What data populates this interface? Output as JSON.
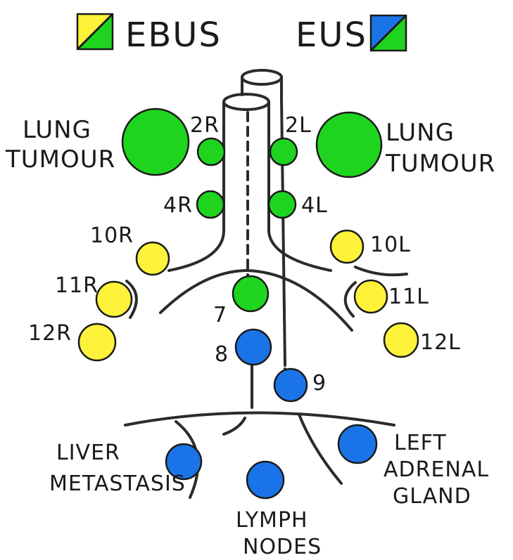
{
  "colors": {
    "ebus_green": "#1fd41f",
    "station_yellow": "#fef23a",
    "eus_blue": "#1a74e8",
    "ink": "#2b2b2b"
  },
  "legend": {
    "ebus": {
      "label": "EBUS",
      "swatch": [
        "yellow",
        "green"
      ]
    },
    "eus": {
      "label": "EUS",
      "swatch": [
        "blue",
        "green"
      ]
    }
  },
  "lung_tumour_right": {
    "lines": [
      "LUNG",
      "TUMOUR"
    ]
  },
  "lung_tumour_left": {
    "lines": [
      "LUNG",
      "TUMOUR"
    ]
  },
  "stations": {
    "s2R": "2R",
    "s2L": "2L",
    "s4R": "4R",
    "s4L": "4L",
    "s10R": "10R",
    "s10L": "10L",
    "s11R": "11R",
    "s11L": "11L",
    "s12R": "12R",
    "s12L": "12L",
    "s7": "7",
    "s8": "8",
    "s9": "9"
  },
  "liver_metastasis": {
    "lines": [
      "LIVER",
      "METASTASIS"
    ]
  },
  "left_adrenal_gland": {
    "lines": [
      "LEFT",
      "ADRENAL",
      "GLAND"
    ]
  },
  "lymph_nodes": {
    "lines": [
      "LYMPH",
      "NODES"
    ]
  }
}
